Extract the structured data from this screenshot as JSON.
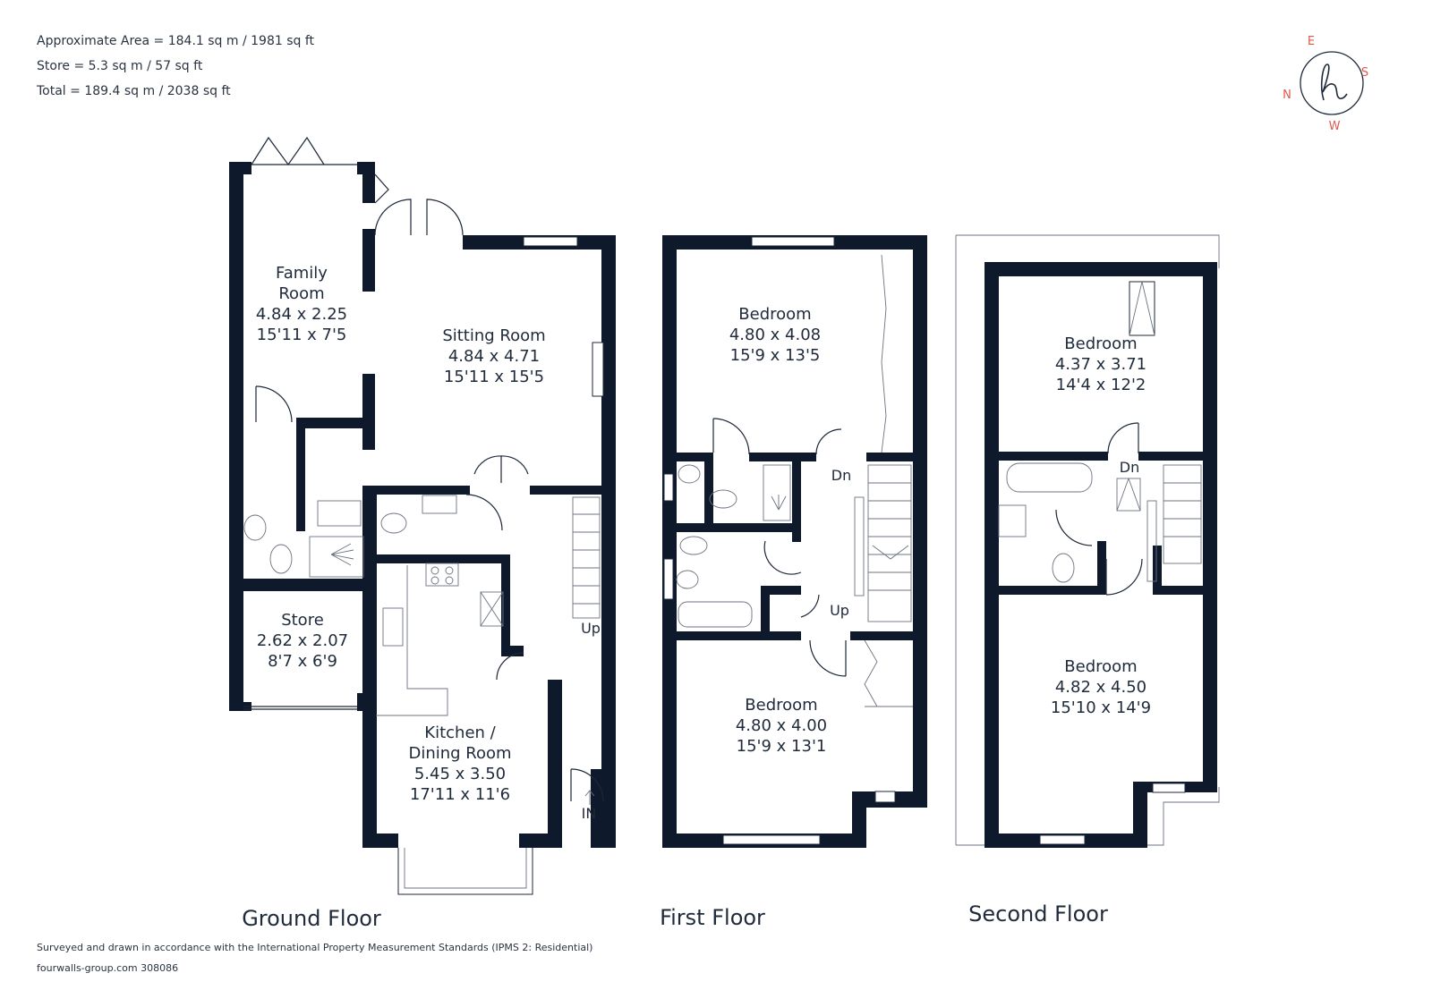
{
  "header": {
    "area_line": "Approximate Area = 184.1 sq m / 1981 sq ft",
    "store_line": "Store = 5.3 sq m / 57 sq ft",
    "total_line": "Total = 189.4 sq m / 2038 sq ft"
  },
  "compass": {
    "north": "N",
    "east": "E",
    "south": "S",
    "west": "W",
    "logo_icon": "fourwalls-h-logo-icon",
    "accent_color": "#e0584a",
    "ring_color": "#1f2a3a"
  },
  "floors": {
    "ground": {
      "label": "Ground Floor",
      "rooms": {
        "family": {
          "name_l1": "Family",
          "name_l2": "Room",
          "metric": "4.84 x 2.25",
          "imperial": "15'11 x 7'5"
        },
        "sitting": {
          "name": "Sitting Room",
          "metric": "4.84 x 4.71",
          "imperial": "15'11 x 15'5"
        },
        "store": {
          "name": "Store",
          "metric": "2.62 x 2.07",
          "imperial": "8'7 x 6'9"
        },
        "kitchen": {
          "name_l1": "Kitchen /",
          "name_l2": "Dining Room",
          "metric": "5.45 x 3.50",
          "imperial": "17'11 x 11'6"
        }
      },
      "stair_label": "Up",
      "entrance_label": "IN"
    },
    "first": {
      "label": "First Floor",
      "rooms": {
        "bedroom_front": {
          "name": "Bedroom",
          "metric": "4.80 x 4.08",
          "imperial": "15'9 x 13'5"
        },
        "bedroom_rear": {
          "name": "Bedroom",
          "metric": "4.80 x 4.00",
          "imperial": "15'9 x 13'1"
        }
      },
      "stair_down": "Dn",
      "stair_up": "Up"
    },
    "second": {
      "label": "Second Floor",
      "rooms": {
        "bedroom_top": {
          "name": "Bedroom",
          "metric": "4.37 x 3.71",
          "imperial": "14'4 x 12'2"
        },
        "bedroom_bottom": {
          "name": "Bedroom",
          "metric": "4.82 x 4.50",
          "imperial": "15'10 x 14'9"
        }
      },
      "stair_down": "Dn"
    }
  },
  "footer": {
    "standard": "Surveyed and drawn in accordance with the International Property Measurement Standards (IPMS 2: Residential)",
    "reference": "fourwalls-group.com 308086"
  },
  "colors": {
    "wall": "#0e1a2b",
    "text": "#1f2a3a"
  }
}
